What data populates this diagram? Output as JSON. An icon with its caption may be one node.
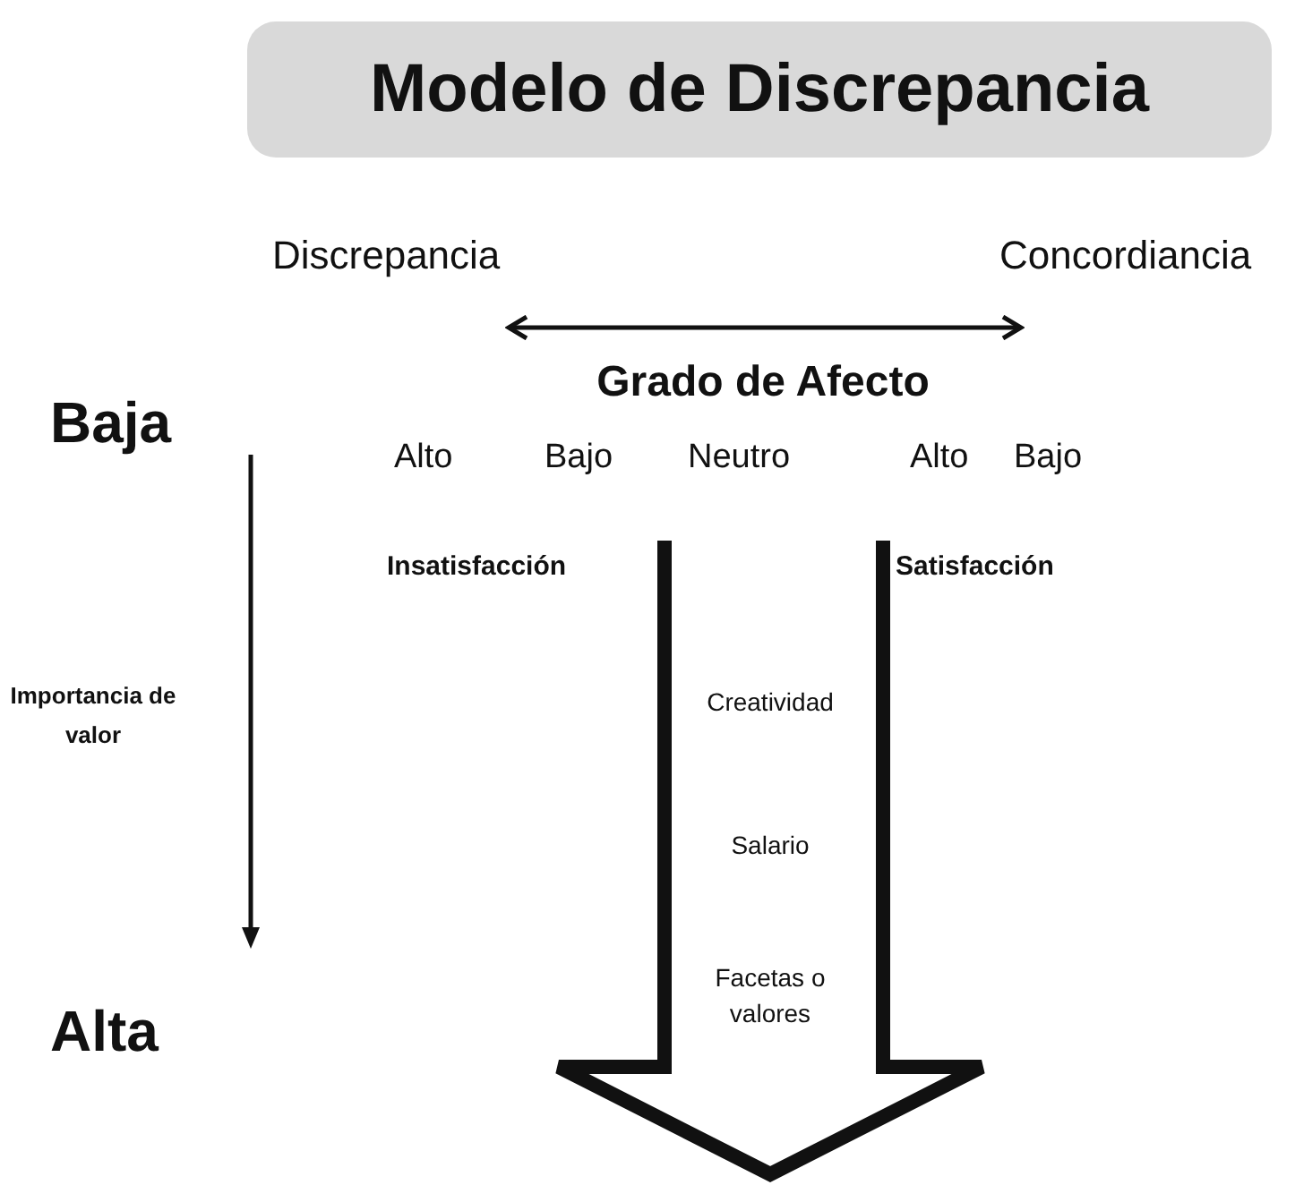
{
  "diagram": {
    "title": "Modelo de Discrepancia",
    "nodes": [
      {
        "text": [
          "Creatividad",
          "Salario",
          "Facetas o valores"
        ]
      }
    ],
    "labels": [
      "Discrepancia",
      "Concordiancia",
      "Grado de Afecto",
      "Baja",
      "Alto",
      "Bajo",
      "Neutro",
      "Alto",
      "Bajo",
      "Insatisfacción",
      "Satisfacción",
      "Importancia de valor",
      "Alta"
    ]
  }
}
